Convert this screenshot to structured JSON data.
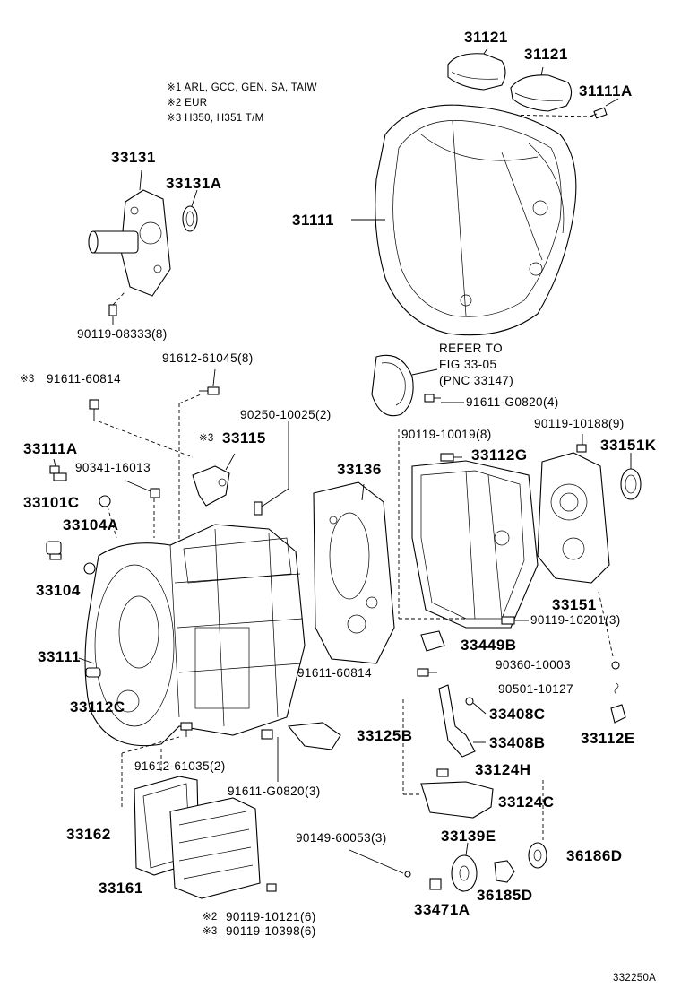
{
  "notes": {
    "n1": "※1 ARL, GCC, GEN. SA, TAIW",
    "n2": "※2 EUR",
    "n3": "※3 H350, H351 T/M"
  },
  "refer": {
    "line1": "REFER TO",
    "line2": "FIG 33-05",
    "line3": "(PNC 33147)"
  },
  "labels": {
    "p31121a": "31121",
    "p31121b": "31121",
    "p31111A_top": "31111A",
    "p33131": "33131",
    "p33131A": "33131A",
    "p31111": "31111",
    "p90119_08333": "90119-08333(8)",
    "p91612_61045": "91612-61045(8)",
    "p91611_60814_top_mark": "※3",
    "p91611_60814_top": "91611-60814",
    "p91611_G0820_4": "91611-G0820(4)",
    "p90250_10025": "90250-10025(2)",
    "p90119_10019": "90119-10019(8)",
    "p90119_10188": "90119-10188(9)",
    "p33115_mark": "※3",
    "p33115": "33115",
    "p33111A": "33111A",
    "p90341_16013": "90341-16013",
    "p33136": "33136",
    "p33112G": "33112G",
    "p33151K": "33151K",
    "p33101C": "33101C",
    "p33104A": "33104A",
    "p33104": "33104",
    "p33151": "33151",
    "p90119_10201": "90119-10201(3)",
    "p33449B": "33449B",
    "p33111": "33111",
    "p90360_10003": "90360-10003",
    "p33112C": "33112C",
    "p91611_60814": "91611-60814",
    "p90501_10127": "90501-10127",
    "p33408C": "33408C",
    "p33112E": "33112E",
    "p33125B": "33125B",
    "p33408B": "33408B",
    "p91612_61035": "91612-61035(2)",
    "p91611_G0820_3": "91611-G0820(3)",
    "p33124H": "33124H",
    "p33124C": "33124C",
    "p33162": "33162",
    "p90149_60053": "90149-60053(3)",
    "p33139E": "33139E",
    "p36186D": "36186D",
    "p33161": "33161",
    "p36185D": "36185D",
    "p33471A": "33471A",
    "p90119_10121_mark": "※2",
    "p90119_10121": "90119-10121(6)",
    "p90119_10398_mark": "※3",
    "p90119_10398": "90119-10398(6)"
  },
  "footer": {
    "code": "332250A"
  }
}
